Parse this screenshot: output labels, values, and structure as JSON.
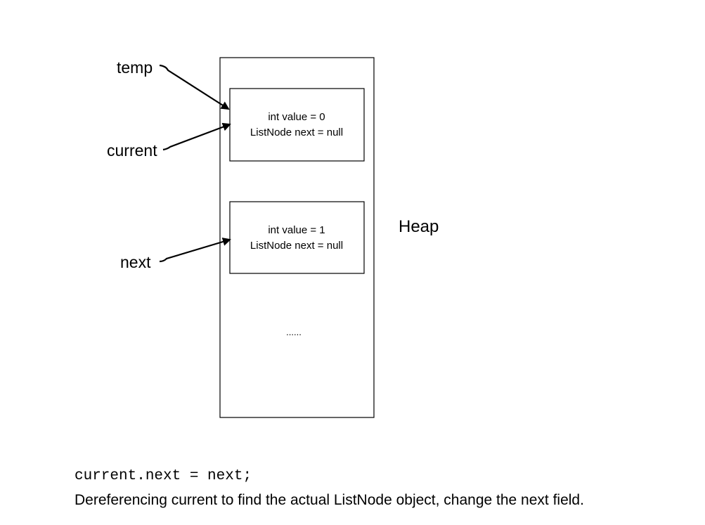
{
  "diagram": {
    "heap_label": "Heap",
    "ellipsis": "......",
    "nodes": [
      {
        "line1": "int value = 0",
        "line2": "ListNode next = null"
      },
      {
        "line1": "int value = 1",
        "line2": "ListNode next = null"
      }
    ],
    "pointers": [
      {
        "label": "temp",
        "target": "node-0"
      },
      {
        "label": "current",
        "target": "node-0"
      },
      {
        "label": "next",
        "target": "node-1"
      }
    ]
  },
  "code": "current.next = next;",
  "caption": "Dereferencing current to find the actual ListNode object, change the next field."
}
